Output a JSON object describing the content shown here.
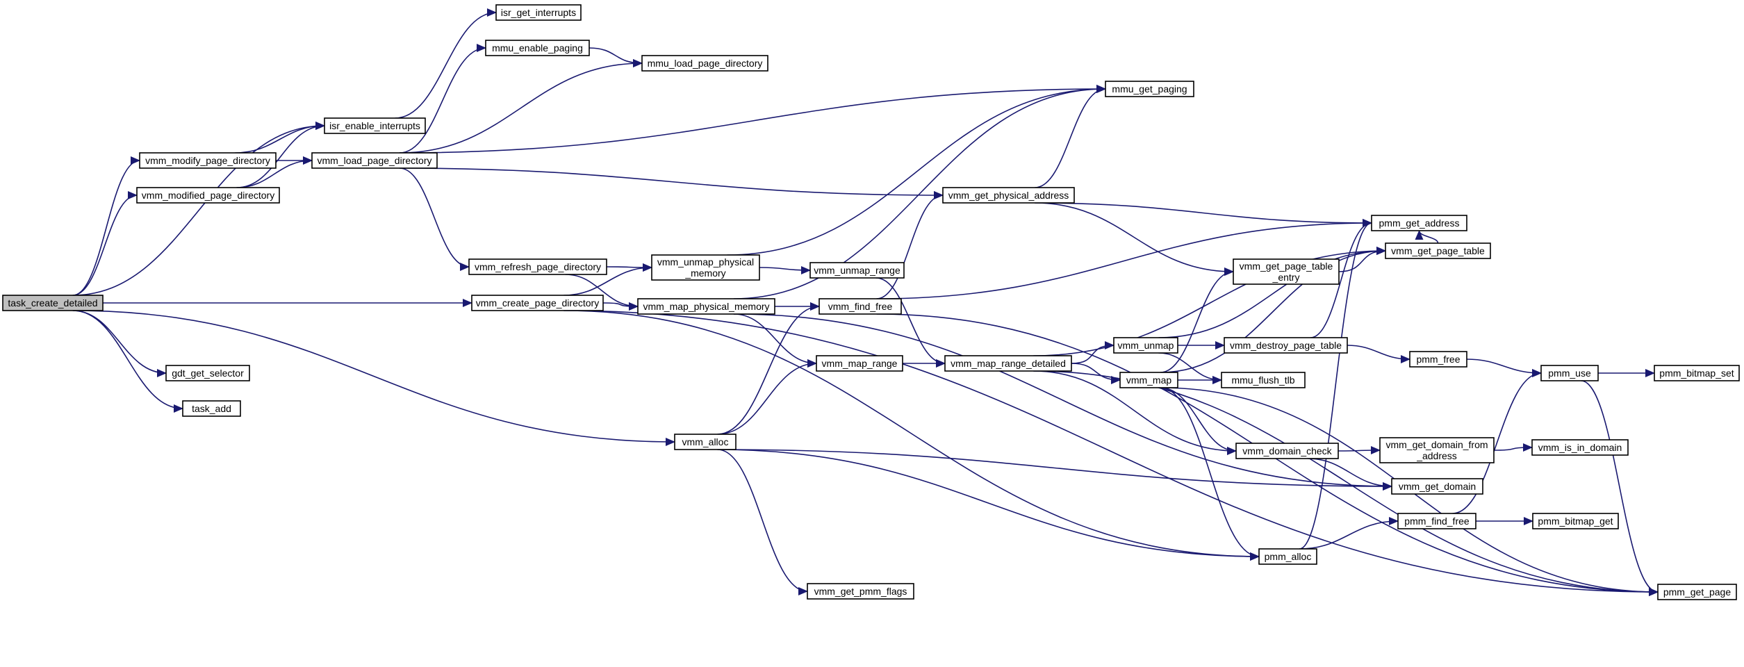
{
  "nodes": [
    {
      "id": "task_create_detailed",
      "label": [
        "task_create_detailed"
      ],
      "fill": "#bfbfbf"
    },
    {
      "id": "isr_get_interrupts",
      "label": [
        "isr_get_interrupts"
      ]
    },
    {
      "id": "mmu_enable_paging",
      "label": [
        "mmu_enable_paging"
      ]
    },
    {
      "id": "mmu_load_page_directory",
      "label": [
        "mmu_load_page_directory"
      ]
    },
    {
      "id": "isr_enable_interrupts",
      "label": [
        "isr_enable_interrupts"
      ]
    },
    {
      "id": "mmu_get_paging",
      "label": [
        "mmu_get_paging"
      ]
    },
    {
      "id": "vmm_modify_page_directory",
      "label": [
        "vmm_modify_page_directory"
      ]
    },
    {
      "id": "vmm_load_page_directory",
      "label": [
        "vmm_load_page_directory"
      ]
    },
    {
      "id": "vmm_modified_page_directory",
      "label": [
        "vmm_modified_page_directory"
      ]
    },
    {
      "id": "vmm_get_physical_address",
      "label": [
        "vmm_get_physical_address"
      ]
    },
    {
      "id": "pmm_get_address",
      "label": [
        "pmm_get_address"
      ]
    },
    {
      "id": "vmm_refresh_page_directory",
      "label": [
        "vmm_refresh_page_directory"
      ]
    },
    {
      "id": "vmm_unmap_physical_memory",
      "label": [
        "vmm_unmap_physical",
        "_memory"
      ]
    },
    {
      "id": "vmm_get_page_table_entry",
      "label": [
        "vmm_get_page_table",
        "_entry"
      ]
    },
    {
      "id": "vmm_get_page_table",
      "label": [
        "vmm_get_page_table"
      ]
    },
    {
      "id": "vmm_unmap_range",
      "label": [
        "vmm_unmap_range"
      ]
    },
    {
      "id": "vmm_create_page_directory",
      "label": [
        "vmm_create_page_directory"
      ]
    },
    {
      "id": "vmm_map_physical_memory",
      "label": [
        "vmm_map_physical_memory"
      ]
    },
    {
      "id": "vmm_find_free",
      "label": [
        "vmm_find_free"
      ]
    },
    {
      "id": "vmm_unmap",
      "label": [
        "vmm_unmap"
      ]
    },
    {
      "id": "vmm_destroy_page_table",
      "label": [
        "vmm_destroy_page_table"
      ]
    },
    {
      "id": "gdt_get_selector",
      "label": [
        "gdt_get_selector"
      ]
    },
    {
      "id": "vmm_map_range",
      "label": [
        "vmm_map_range"
      ]
    },
    {
      "id": "vmm_map_range_detailed",
      "label": [
        "vmm_map_range_detailed"
      ]
    },
    {
      "id": "pmm_free",
      "label": [
        "pmm_free"
      ]
    },
    {
      "id": "pmm_use",
      "label": [
        "pmm_use"
      ]
    },
    {
      "id": "pmm_bitmap_set",
      "label": [
        "pmm_bitmap_set"
      ]
    },
    {
      "id": "vmm_map",
      "label": [
        "vmm_map"
      ]
    },
    {
      "id": "mmu_flush_tlb",
      "label": [
        "mmu_flush_tlb"
      ]
    },
    {
      "id": "task_add",
      "label": [
        "task_add"
      ]
    },
    {
      "id": "vmm_alloc",
      "label": [
        "vmm_alloc"
      ]
    },
    {
      "id": "vmm_domain_check",
      "label": [
        "vmm_domain_check"
      ]
    },
    {
      "id": "vmm_get_domain_from_address",
      "label": [
        "vmm_get_domain_from",
        "_address"
      ]
    },
    {
      "id": "vmm_is_in_domain",
      "label": [
        "vmm_is_in_domain"
      ]
    },
    {
      "id": "vmm_get_domain",
      "label": [
        "vmm_get_domain"
      ]
    },
    {
      "id": "pmm_find_free",
      "label": [
        "pmm_find_free"
      ]
    },
    {
      "id": "pmm_bitmap_get",
      "label": [
        "pmm_bitmap_get"
      ]
    },
    {
      "id": "pmm_alloc",
      "label": [
        "pmm_alloc"
      ]
    },
    {
      "id": "vmm_get_pmm_flags",
      "label": [
        "vmm_get_pmm_flags"
      ]
    },
    {
      "id": "pmm_get_page",
      "label": [
        "pmm_get_page"
      ]
    }
  ],
  "edges": [
    [
      "task_create_detailed",
      "isr_enable_interrupts"
    ],
    [
      "task_create_detailed",
      "vmm_modify_page_directory"
    ],
    [
      "task_create_detailed",
      "vmm_modified_page_directory"
    ],
    [
      "task_create_detailed",
      "vmm_create_page_directory"
    ],
    [
      "task_create_detailed",
      "gdt_get_selector"
    ],
    [
      "task_create_detailed",
      "task_add"
    ],
    [
      "task_create_detailed",
      "vmm_alloc"
    ],
    [
      "isr_enable_interrupts",
      "isr_get_interrupts"
    ],
    [
      "vmm_modify_page_directory",
      "isr_enable_interrupts"
    ],
    [
      "vmm_modify_page_directory",
      "vmm_load_page_directory"
    ],
    [
      "vmm_modified_page_directory",
      "isr_enable_interrupts"
    ],
    [
      "vmm_modified_page_directory",
      "vmm_load_page_directory"
    ],
    [
      "vmm_load_page_directory",
      "mmu_enable_paging"
    ],
    [
      "vmm_load_page_directory",
      "mmu_load_page_directory"
    ],
    [
      "vmm_load_page_directory",
      "mmu_get_paging"
    ],
    [
      "vmm_load_page_directory",
      "vmm_get_physical_address"
    ],
    [
      "vmm_load_page_directory",
      "vmm_refresh_page_directory"
    ],
    [
      "mmu_enable_paging",
      "mmu_load_page_directory"
    ],
    [
      "vmm_get_physical_address",
      "mmu_get_paging"
    ],
    [
      "vmm_get_physical_address",
      "pmm_get_address"
    ],
    [
      "vmm_get_physical_address",
      "vmm_get_page_table_entry"
    ],
    [
      "vmm_refresh_page_directory",
      "vmm_unmap_physical_memory"
    ],
    [
      "vmm_refresh_page_directory",
      "vmm_map_physical_memory"
    ],
    [
      "vmm_unmap_physical_memory",
      "mmu_get_paging"
    ],
    [
      "vmm_unmap_physical_memory",
      "vmm_unmap_range"
    ],
    [
      "vmm_unmap_range",
      "vmm_map_range_detailed"
    ],
    [
      "vmm_create_page_directory",
      "vmm_unmap_physical_memory"
    ],
    [
      "vmm_create_page_directory",
      "vmm_map_physical_memory"
    ],
    [
      "vmm_create_page_directory",
      "pmm_alloc"
    ],
    [
      "vmm_create_page_directory",
      "pmm_get_page"
    ],
    [
      "vmm_map_physical_memory",
      "mmu_get_paging"
    ],
    [
      "vmm_map_physical_memory",
      "vmm_find_free"
    ],
    [
      "vmm_map_physical_memory",
      "vmm_map_range"
    ],
    [
      "vmm_map_physical_memory",
      "vmm_get_domain"
    ],
    [
      "vmm_find_free",
      "vmm_get_physical_address"
    ],
    [
      "vmm_find_free",
      "pmm_get_address"
    ],
    [
      "vmm_find_free",
      "pmm_get_page"
    ],
    [
      "vmm_get_page_table_entry",
      "vmm_get_page_table"
    ],
    [
      "vmm_get_page_table",
      "pmm_get_address"
    ],
    [
      "vmm_map_range",
      "vmm_map_range_detailed"
    ],
    [
      "vmm_map_range_detailed",
      "vmm_unmap"
    ],
    [
      "vmm_map_range_detailed",
      "vmm_map"
    ],
    [
      "vmm_map_range_detailed",
      "vmm_get_page_table"
    ],
    [
      "vmm_map_range_detailed",
      "vmm_domain_check"
    ],
    [
      "vmm_map_range_detailed",
      "pmm_get_page"
    ],
    [
      "vmm_unmap",
      "vmm_get_page_table"
    ],
    [
      "vmm_unmap",
      "vmm_destroy_page_table"
    ],
    [
      "vmm_unmap",
      "mmu_flush_tlb"
    ],
    [
      "vmm_destroy_page_table",
      "pmm_get_address"
    ],
    [
      "vmm_destroy_page_table",
      "pmm_free"
    ],
    [
      "pmm_free",
      "pmm_use"
    ],
    [
      "pmm_use",
      "pmm_bitmap_set"
    ],
    [
      "pmm_use",
      "pmm_get_page"
    ],
    [
      "vmm_map",
      "vmm_get_page_table_entry"
    ],
    [
      "vmm_map",
      "vmm_get_page_table"
    ],
    [
      "vmm_map",
      "mmu_flush_tlb"
    ],
    [
      "vmm_map",
      "vmm_domain_check"
    ],
    [
      "vmm_map",
      "pmm_alloc"
    ],
    [
      "vmm_map",
      "pmm_get_page"
    ],
    [
      "vmm_alloc",
      "vmm_find_free"
    ],
    [
      "vmm_alloc",
      "vmm_map_range"
    ],
    [
      "vmm_alloc",
      "vmm_get_domain"
    ],
    [
      "vmm_alloc",
      "pmm_alloc"
    ],
    [
      "vmm_alloc",
      "vmm_get_pmm_flags"
    ],
    [
      "vmm_domain_check",
      "vmm_get_domain_from_address"
    ],
    [
      "vmm_domain_check",
      "vmm_get_domain"
    ],
    [
      "vmm_get_domain_from_address",
      "vmm_is_in_domain"
    ],
    [
      "pmm_alloc",
      "pmm_find_free"
    ],
    [
      "pmm_alloc",
      "pmm_get_address"
    ],
    [
      "pmm_find_free",
      "pmm_use"
    ],
    [
      "pmm_find_free",
      "pmm_bitmap_get"
    ]
  ],
  "colors": {
    "edge": "#191970",
    "node_border": "#000000",
    "node_fill": "#ffffff",
    "root_fill": "#bfbfbf"
  }
}
